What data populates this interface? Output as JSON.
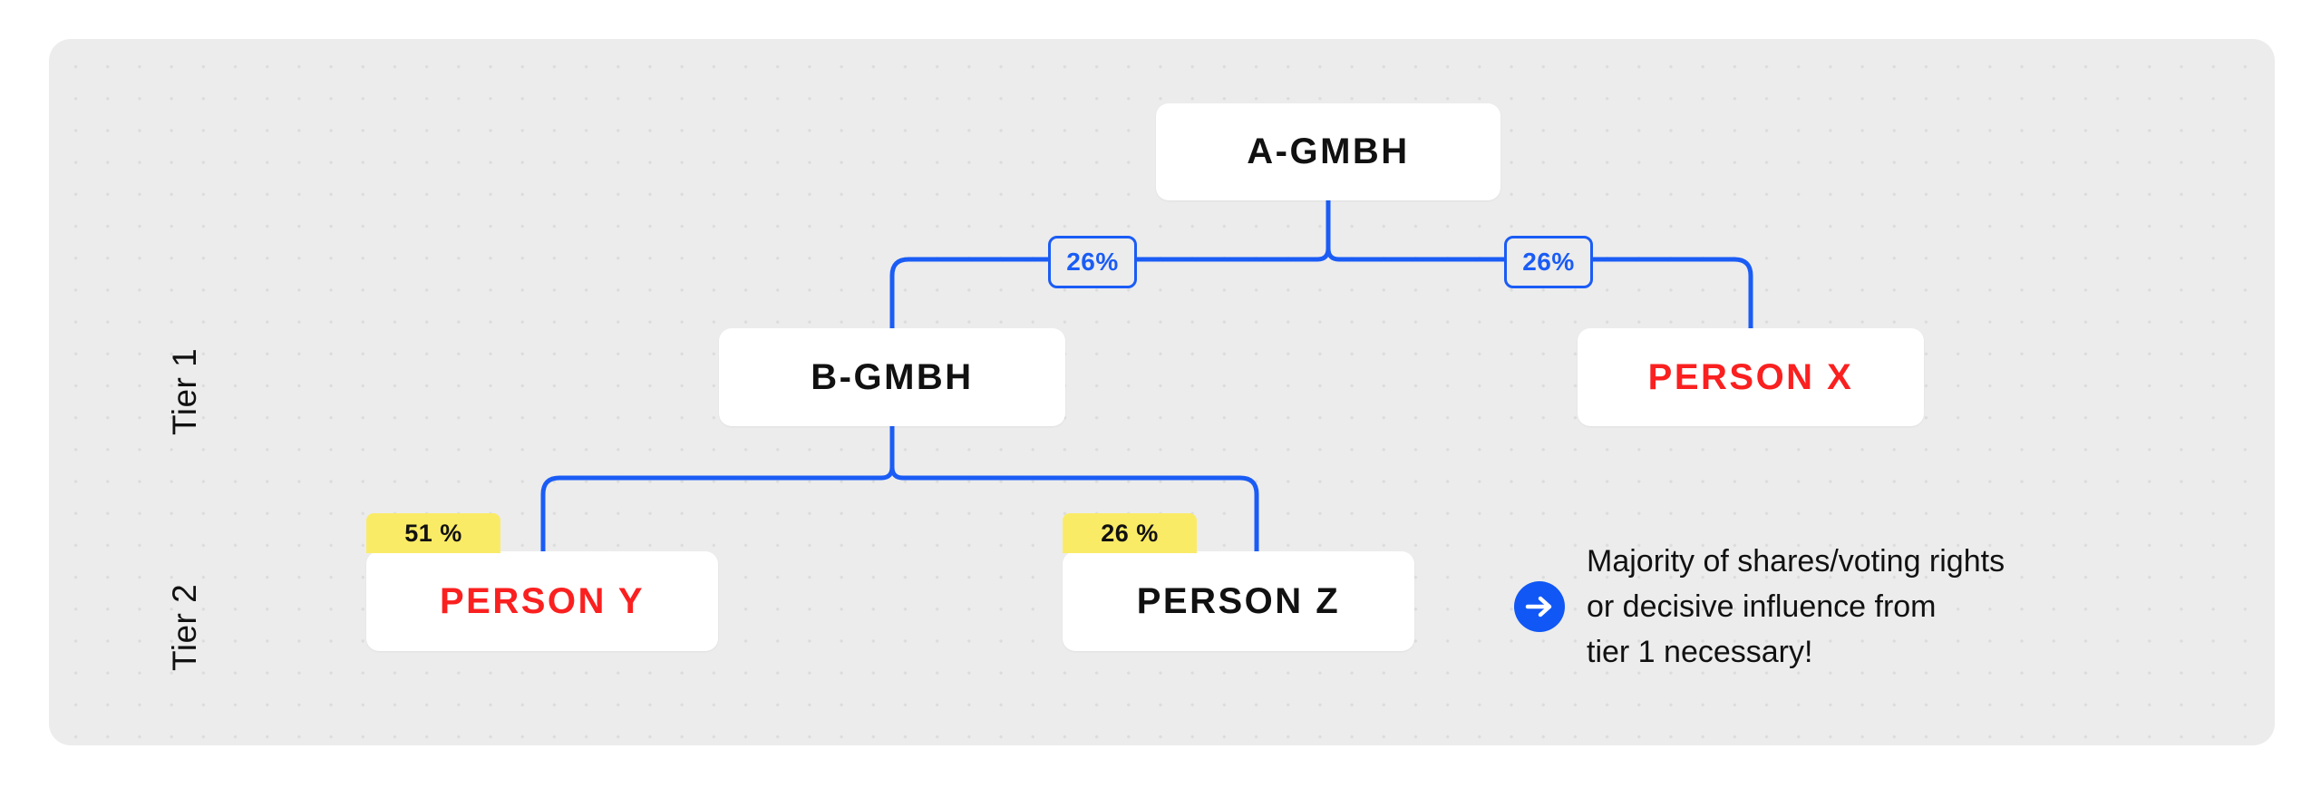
{
  "diagram": {
    "tiers": [
      {
        "id": "tier1",
        "label": "Tier 1"
      },
      {
        "id": "tier2",
        "label": "Tier 2"
      }
    ],
    "nodes": [
      {
        "id": "a-gmbh",
        "label": "A-GMBH",
        "color": "#111111",
        "tier": "top"
      },
      {
        "id": "b-gmbh",
        "label": "B-GMBH",
        "color": "#111111",
        "tier": "tier1"
      },
      {
        "id": "person-x",
        "label": "PERSON X",
        "color": "#fa2020",
        "tier": "tier1"
      },
      {
        "id": "person-y",
        "label": "PERSON Y",
        "color": "#fa2020",
        "tier": "tier2"
      },
      {
        "id": "person-z",
        "label": "PERSON Z",
        "color": "#111111",
        "tier": "tier2"
      }
    ],
    "edges": [
      {
        "id": "a-to-b",
        "from": "a-gmbh",
        "to": "b-gmbh",
        "label": "26%",
        "style": "blue-pill"
      },
      {
        "id": "a-to-x",
        "from": "a-gmbh",
        "to": "person-x",
        "label": "26%",
        "style": "blue-pill"
      },
      {
        "id": "b-to-y",
        "from": "b-gmbh",
        "to": "person-y",
        "label": "51 %",
        "style": "yellow-badge"
      },
      {
        "id": "b-to-z",
        "from": "b-gmbh",
        "to": "person-z",
        "label": "26 %",
        "style": "yellow-badge"
      }
    ],
    "note": {
      "icon": "arrow-right-circle-icon",
      "text": "Majority of shares/voting rights\nor decisive influence from\ntier 1 necessary!"
    },
    "colors": {
      "connector": "#1a5cf5",
      "pill_border": "#1a5cf5",
      "pill_text": "#1a5cf5",
      "badge_background": "#faeb66",
      "badge_text": "#111111",
      "node_background": "#ffffff",
      "canvas_background": "#ececec",
      "dot_grid": "#dcdcdc",
      "highlight_red": "#fa2020",
      "note_icon": "#1057f5"
    }
  }
}
